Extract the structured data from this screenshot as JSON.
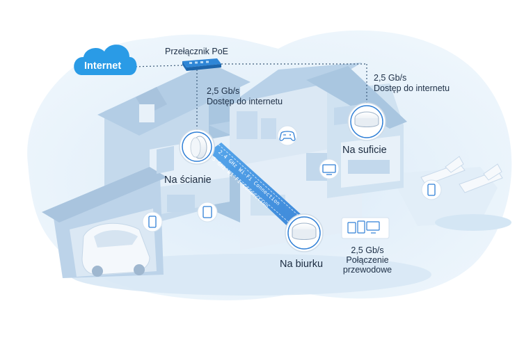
{
  "labels": {
    "internet": "Internet",
    "switch": "Przełącznik PoE",
    "wall_speed": "2,5 Gb/s",
    "wall_access": "Dostęp do internetu",
    "ceiling_speed": "2,5 Gb/s",
    "ceiling_access": "Dostęp do internetu",
    "wall_place": "Na ścianie",
    "ceiling_place": "Na suficie",
    "desk_place": "Na biurku",
    "desk_speed": "2,5 Gb/s",
    "desk_conn_1": "Połączenie",
    "desk_conn_2": "przewodowe",
    "wifi_24": "2.4 GHz Wi-Fi Connection",
    "wifi_5": "5 GHz Wi-Fi Connection"
  },
  "colors": {
    "accent": "#1e8fe0",
    "cloud": "#2a9be6",
    "house": "#cfe1f0",
    "background_blob": "#e6f2fb",
    "beam": "#3d8fe0"
  },
  "icons": [
    "cloud-icon",
    "poe-switch-icon",
    "access-point-icon",
    "gamepad-icon",
    "tv-icon",
    "tablet-icon",
    "phone-icon",
    "devices-icon",
    "car-icon",
    "sun-lounger-icon"
  ]
}
